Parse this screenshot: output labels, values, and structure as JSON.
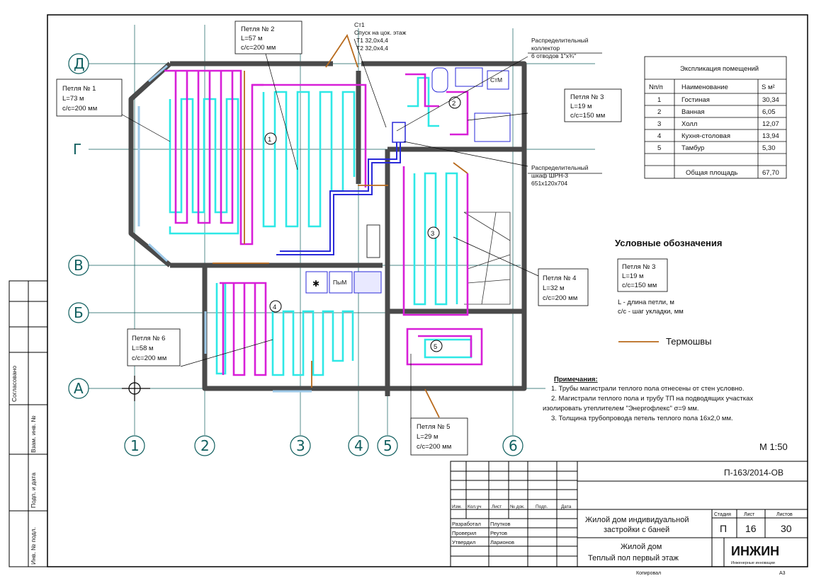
{
  "axes": {
    "vertical": [
      "1",
      "2",
      "3",
      "4",
      "5",
      "6"
    ],
    "horizontal": [
      "Д",
      "Г",
      "В",
      "Б",
      "А"
    ]
  },
  "rooms": [
    "1",
    "2",
    "3",
    "4",
    "5"
  ],
  "loops": [
    {
      "title": "Петля № 1",
      "length": "L=73 м",
      "step": "с/с=200 мм"
    },
    {
      "title": "Петля № 2",
      "length": "L=57 м",
      "step": "с/с=200 мм"
    },
    {
      "title": "Петля № 3",
      "length": "L=19 м",
      "step": "с/с=150 мм"
    },
    {
      "title": "Петля № 4",
      "length": "L=32 м",
      "step": "с/с=200 мм"
    },
    {
      "title": "Петля № 5",
      "length": "L=29 м",
      "step": "с/с=200 мм"
    },
    {
      "title": "Петля № 6",
      "length": "L=58 м",
      "step": "с/с=200 мм"
    }
  ],
  "callouts": {
    "st1": [
      "Ст1",
      "Спуск на цок. этаж",
      "Т1 32,0х4,4",
      "Т2 32,0х4,4"
    ],
    "collector": [
      "Распределительный",
      "коллектор",
      "6 отводов 1\"х¾\""
    ],
    "cabinet": [
      "Распределительный",
      "шкаф ШРН-3",
      "651х120х704"
    ]
  },
  "fixtures": {
    "fridge": "ПыМ",
    "washer": "СтМ",
    "snow": "✱"
  },
  "explication": {
    "title": "Экспликация помещений",
    "headers": [
      "Nп/п",
      "Наименование",
      "S м²"
    ],
    "rows": [
      [
        "1",
        "Гостиная",
        "30,34"
      ],
      [
        "2",
        "Ванная",
        "6,05"
      ],
      [
        "3",
        "Холл",
        "12,07"
      ],
      [
        "4",
        "Кухня-столовая",
        "13,94"
      ],
      [
        "5",
        "Тамбур",
        "5,30"
      ]
    ],
    "total_label": "Общая площадь",
    "total_value": "67,70"
  },
  "legend": {
    "title": "Условные обозначения",
    "sample": [
      "Петля № 3",
      "L=19 м",
      "с/с=150 мм"
    ],
    "explain": [
      "L - длина петли, м",
      "с/с - шаг укладки, мм"
    ],
    "thermo": "Термошвы"
  },
  "notes": {
    "title": "Примечания:",
    "lines": [
      "1. Трубы магистрали теплого пола отнесены от стен условно.",
      "2. Магистрали теплого пола и трубу ТП на подводящих участках",
      "изолировать утеплителем \"Энергофлекс\" σ=9 мм.",
      "3. Толщина трубопровода петель теплого пола 16х2,0 мм."
    ]
  },
  "scale": "М 1:50",
  "stamp": {
    "code": "П-163/2014-ОВ",
    "cols": [
      "Изм.",
      "Кол.уч",
      "Лист",
      "№ док.",
      "Подп.",
      "Дата"
    ],
    "roles": [
      {
        "role": "Разработал",
        "name": "Плутков"
      },
      {
        "role": "Проверил",
        "name": "Реутов"
      },
      {
        "role": "Утвердил",
        "name": "Ларионов"
      }
    ],
    "project": [
      "Жилой дом индивидуальной",
      "застройки с баней"
    ],
    "sheet_title": [
      "Жилой дом",
      "Теплый пол первый этаж"
    ],
    "stage_label": "Стадия",
    "sheet_label": "Лист",
    "sheets_label": "Листов",
    "stage": "П",
    "sheet": "16",
    "sheets": "30",
    "logo": "ИНЖИН",
    "logo_sub": "Инженерные инновации",
    "copied": "Копировал",
    "format": "А3"
  },
  "side_stamp": [
    "Согласовано",
    "Взам. инв. №",
    "Подп. и дата",
    "Инв. № подл."
  ],
  "colors": {
    "loop_cyan": "#2ee8e6",
    "loop_magenta": "#d81fd8",
    "main_blue": "#2a2ad8",
    "thermo": "#b86a1c",
    "wall": "#4a4a4a",
    "axis": "#0f5e5e"
  }
}
